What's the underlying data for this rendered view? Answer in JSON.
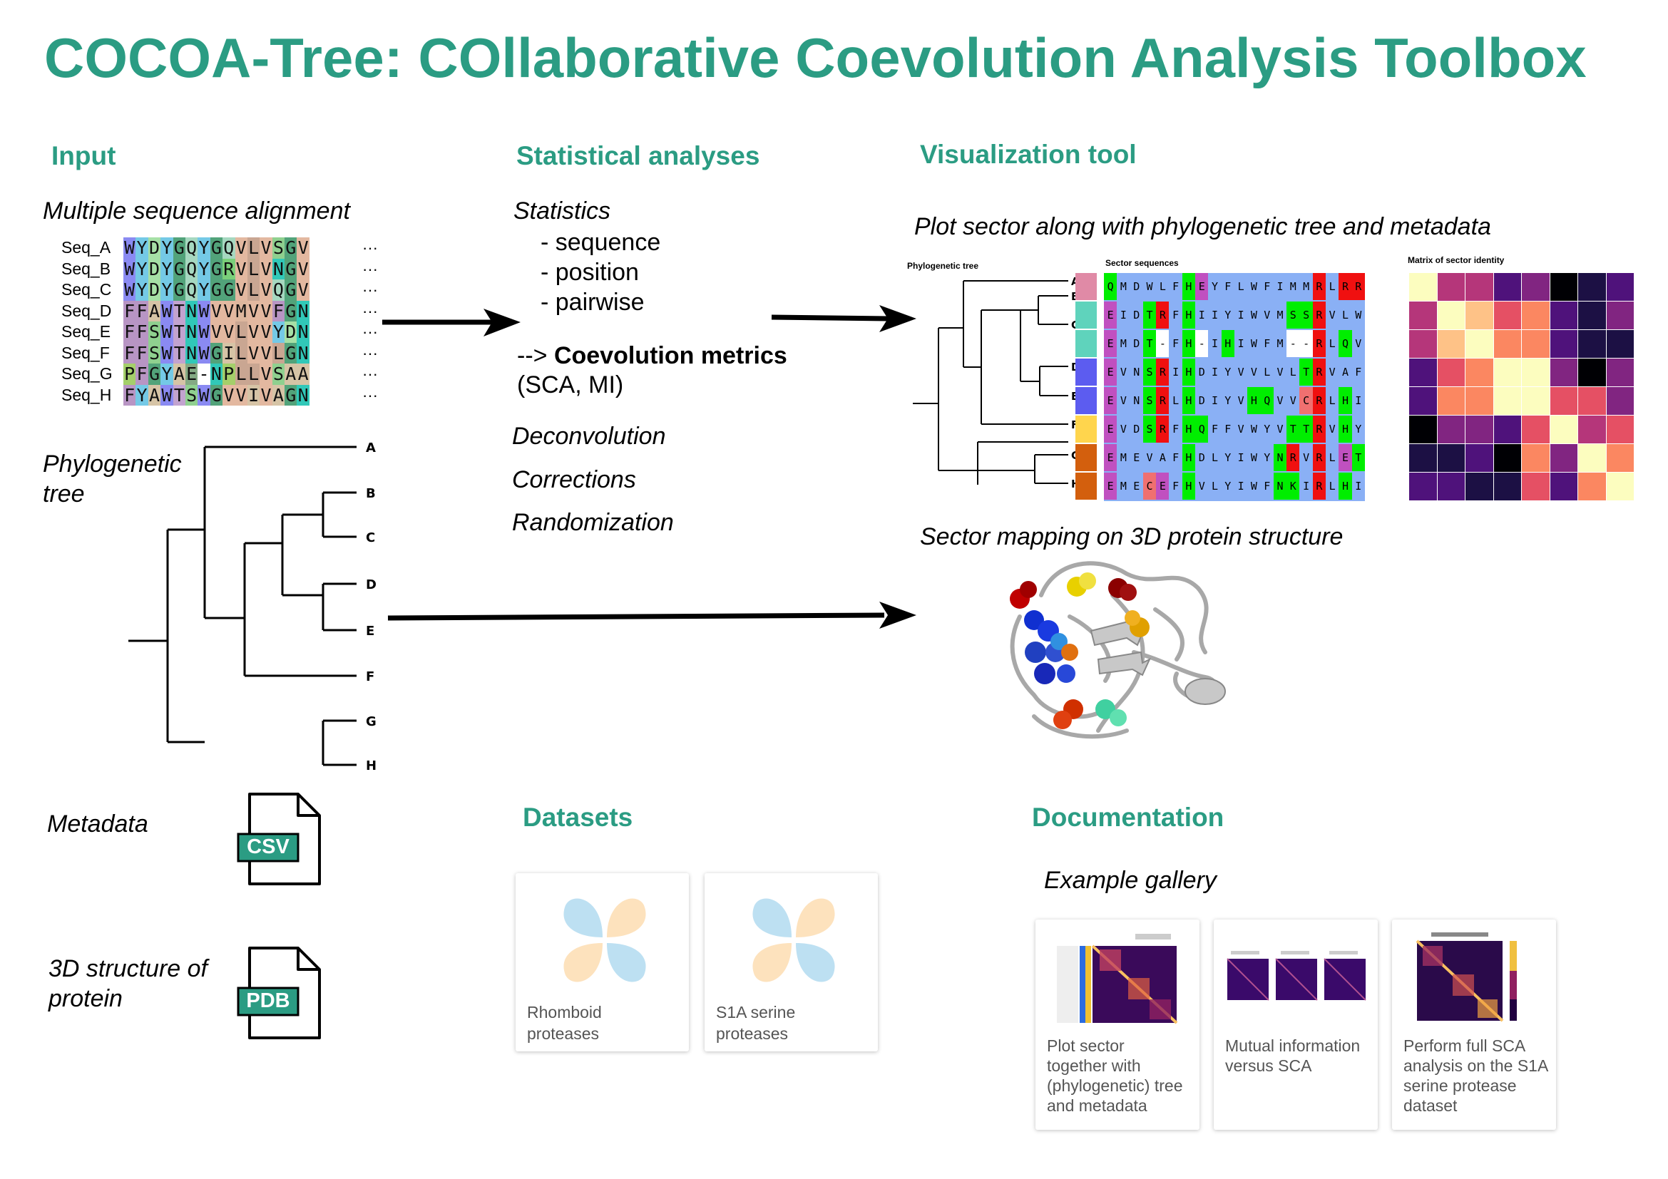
{
  "title": "COCOA-Tree: COllaborative Coevolution Analysis Toolbox",
  "input": {
    "heading": "Input",
    "msa_title": "Multiple sequence alignment",
    "sequences": [
      {
        "name": "Seq_A",
        "seq": "WYDYGQYGQVLVSGV"
      },
      {
        "name": "Seq_B",
        "seq": "WYDYGQYGRVLVNGV"
      },
      {
        "name": "Seq_C",
        "seq": "WYDYGQYGGVLVQGV"
      },
      {
        "name": "Seq_D",
        "seq": "FFAWTNWVVMVVFGN"
      },
      {
        "name": "Seq_E",
        "seq": "FFSWTNWVVLVVYDN"
      },
      {
        "name": "Seq_F",
        "seq": "FFSWTNWGILVVLGN"
      },
      {
        "name": "Seq_G",
        "seq": "PFGYAE-NPLLVSAA"
      },
      {
        "name": "Seq_H",
        "seq": "FYAWTSWGVVIVAGN"
      }
    ],
    "ellipsis": "···",
    "tree_title_1": "Phylogenetic",
    "tree_title_2": "tree",
    "tree_leaves": [
      "A",
      "B",
      "C",
      "D",
      "E",
      "F",
      "G",
      "H"
    ],
    "metadata_label": "Metadata",
    "csv_label": "CSV",
    "structure_label_1": "3D structure of",
    "structure_label_2": "protein",
    "pdb_label": "PDB"
  },
  "stats": {
    "heading": "Statistical analyses",
    "statistics": "Statistics",
    "items": [
      "- sequence",
      "- position",
      "- pairwise"
    ],
    "arrow_text": "-->",
    "coevolution": "Coevolution metrics",
    "metrics": "(SCA, MI)",
    "deconvolution": "Deconvolution",
    "corrections": "Corrections",
    "randomization": "Randomization"
  },
  "viz": {
    "heading": "Visualization tool",
    "plot_title": "Plot sector along with phylogenetic tree and metadata",
    "tree_label": "Phylogenetic tree",
    "sector_label": "Sector sequences",
    "matrix_label": "Matrix of sector identity",
    "leaves": [
      "A",
      "B",
      "C",
      "D",
      "E",
      "F",
      "G",
      "H"
    ],
    "meta_colors": [
      "#e08aa6",
      "#5fd3bc",
      "#5fd3bc",
      "#5c5cf0",
      "#5c5cf0",
      "#ffd54d",
      "#d35f0d",
      "#d35f0d"
    ],
    "sector_seqs": [
      "QMDWLFHEYFLWFIMMRLRR",
      "EIDTRFHIIYIWVMSSRVLW",
      "EMDT-FH-IHIWFM--RLQV",
      "EVNSRIHDIYVVLVLTRVAF",
      "EVNSRLHDIYVHQVVCRLHI",
      "EVDSRFHQFFVWYVTTRVHY",
      "EMEVAFHDLYIWYNRVRLET",
      "EMECEFHVLYIWFNKIRLHI"
    ],
    "mapping_title": "Sector mapping on 3D protein structure"
  },
  "datasets": {
    "heading": "Datasets",
    "cards": [
      {
        "line1": "Rhomboid",
        "line2": "proteases"
      },
      {
        "line1": "S1A serine",
        "line2": "proteases"
      }
    ]
  },
  "documentation": {
    "heading": "Documentation",
    "gallery_title": "Example gallery",
    "cards": [
      {
        "lines": [
          "Plot sector",
          "together with",
          "(phylogenetic) tree",
          "and metadata"
        ]
      },
      {
        "lines": [
          "Mutual information",
          "versus SCA"
        ]
      },
      {
        "lines": [
          "Perform full SCA",
          "analysis on the S1A",
          "serine protease",
          "dataset"
        ]
      }
    ]
  }
}
